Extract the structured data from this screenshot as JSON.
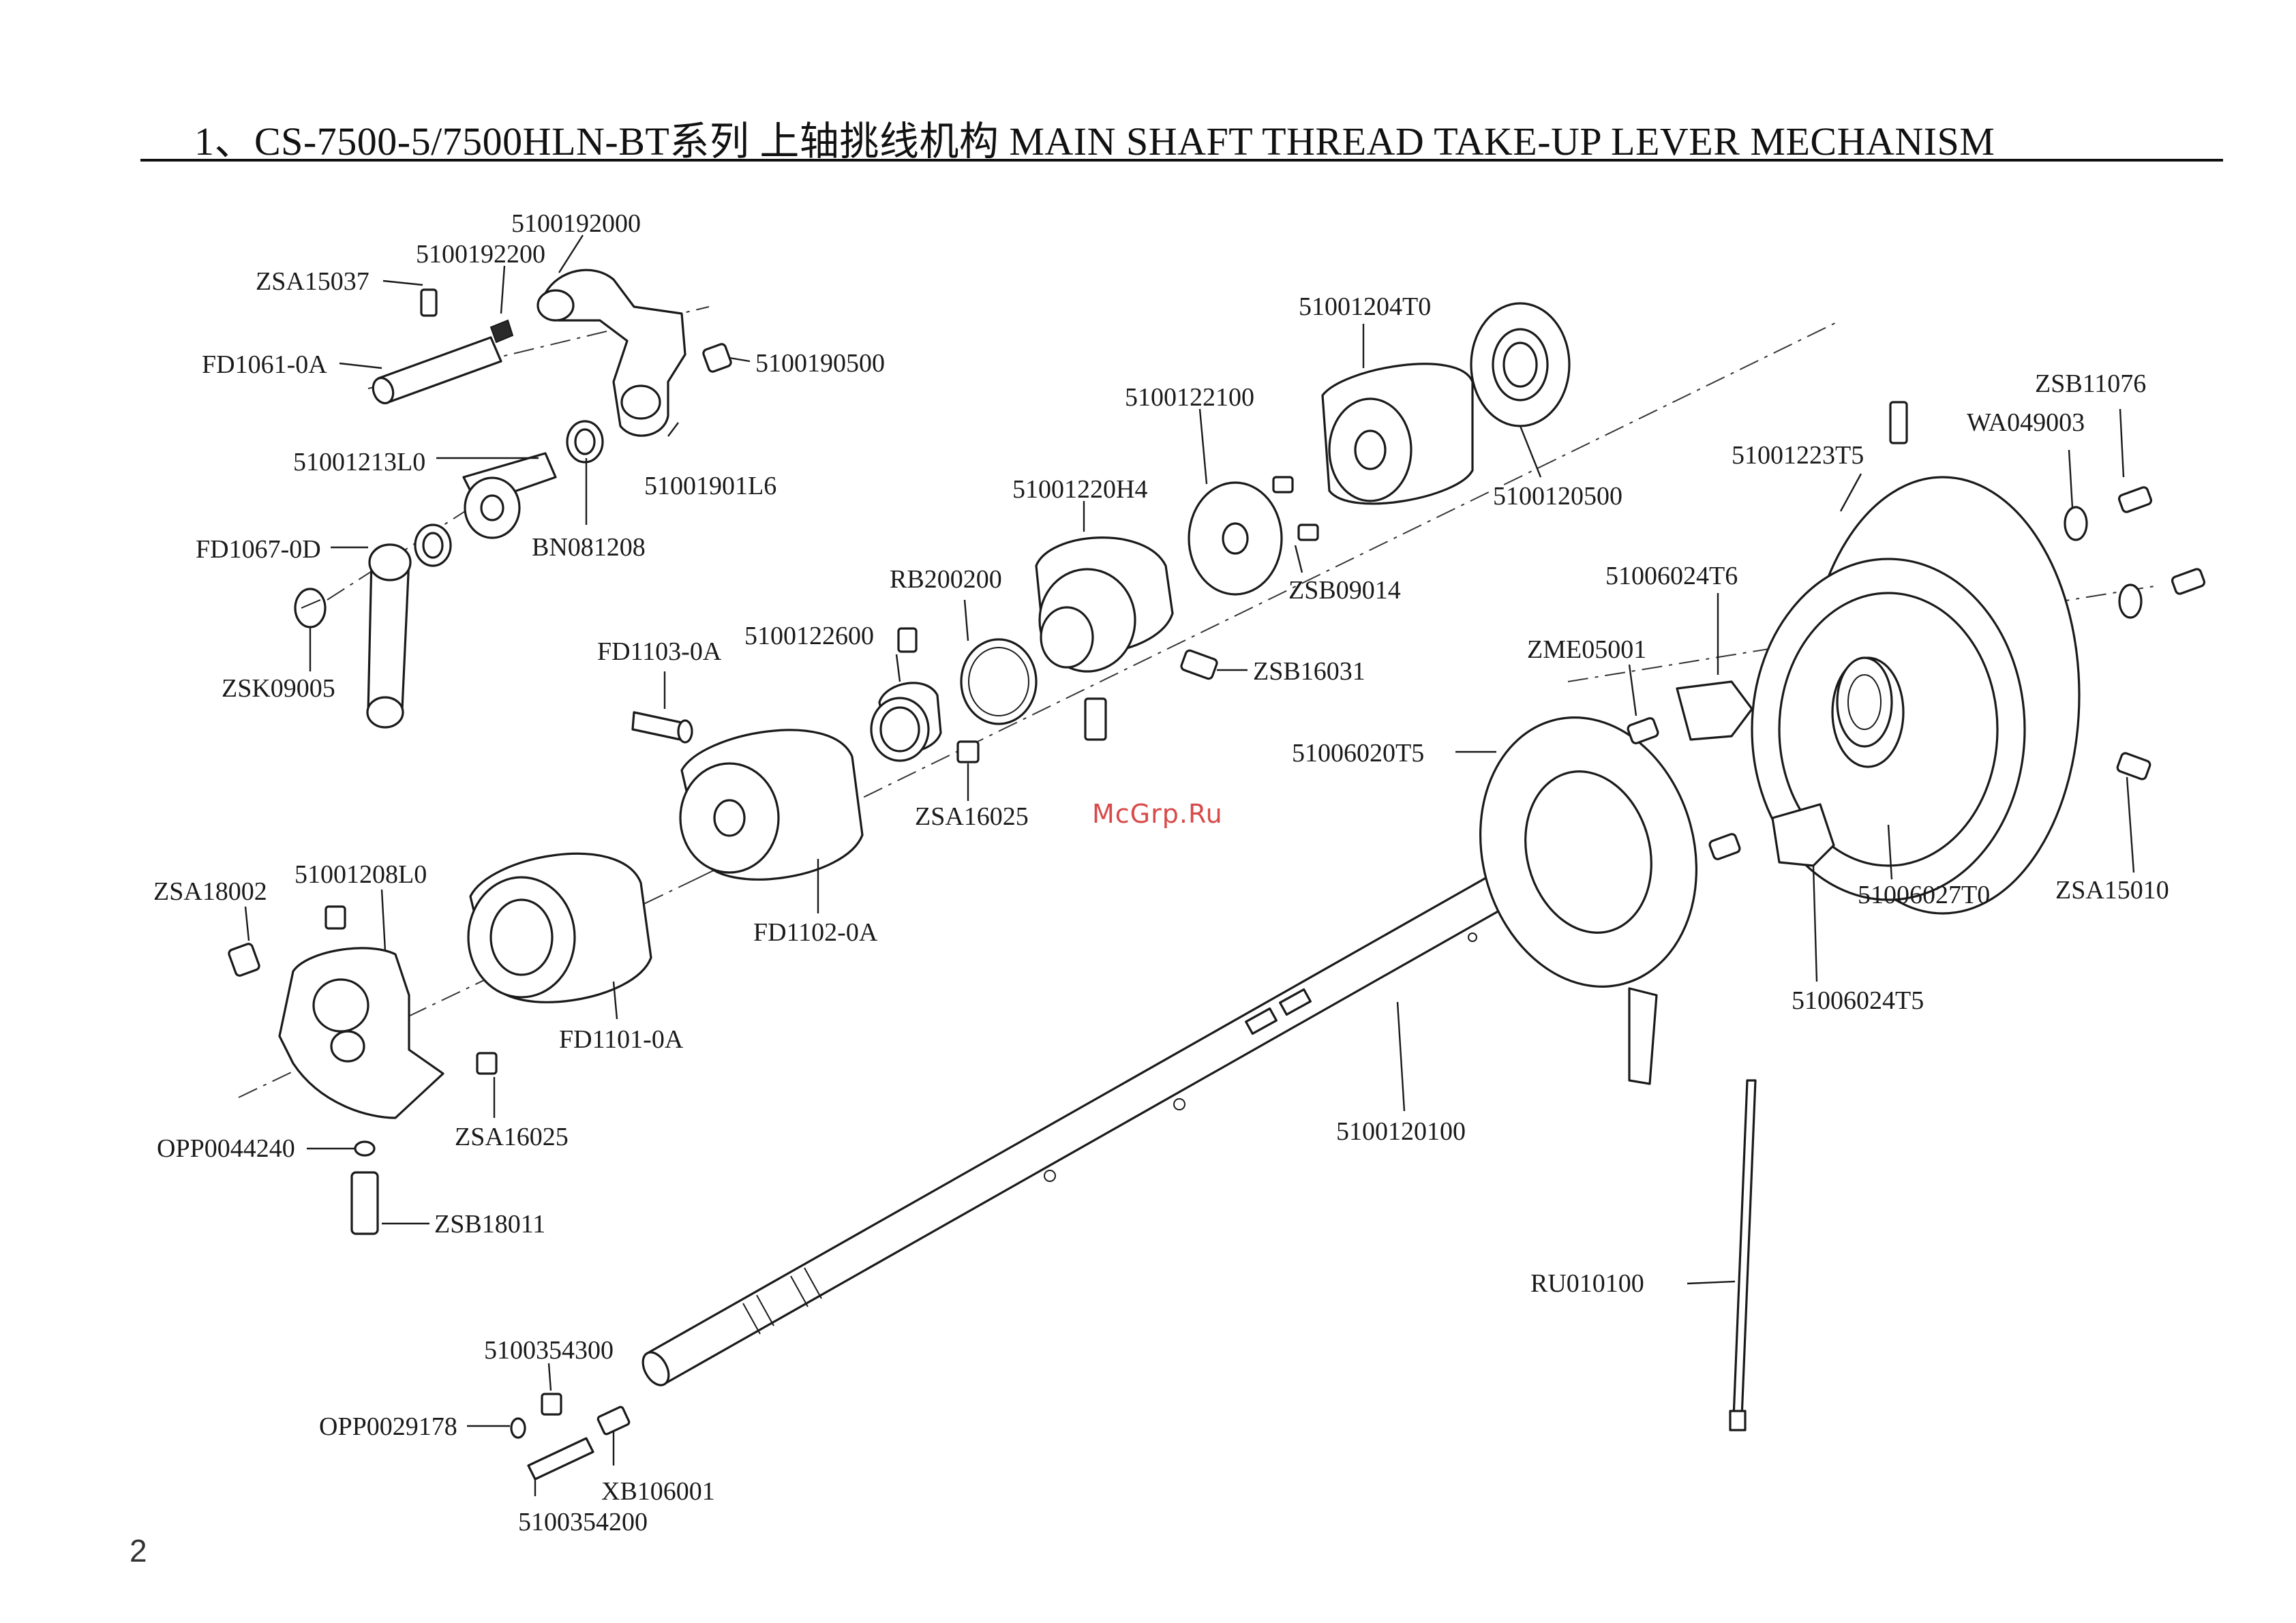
{
  "header": {
    "title": "1、CS-7500-5/7500HLN-BT系列 上轴挑线机构   MAIN SHAFT THREAD TAKE-UP LEVER MECHANISM"
  },
  "page_number": "2",
  "watermark": "McGrp.Ru",
  "parts": [
    "5100192000",
    "5100192200",
    "ZSA15037",
    "FD1061-0A",
    "5100190500",
    "51001213L0",
    "51001901L6",
    "FD1067-0D",
    "BN081208",
    "ZSK09005",
    "51001204T0",
    "5100122100",
    "5100120500",
    "ZSB11076",
    "WA049003",
    "51001223T5",
    "51001220H4",
    "ZSB09014",
    "RB200200",
    "5100122600",
    "FD1103-0A",
    "ZSB16031",
    "51006024T6",
    "ZME05001",
    "51006020T5",
    "ZSA16025",
    "ZSA15010",
    "ZSA18002",
    "51001208L0",
    "FD1102-0A",
    "51006027T0",
    "FD1101-0A",
    "51006024T5",
    "ZSA16025",
    "OPP0044240",
    "5100120100",
    "ZSB18011",
    "RU010100",
    "5100354300",
    "OPP0029178",
    "XB106001",
    "5100354200"
  ]
}
